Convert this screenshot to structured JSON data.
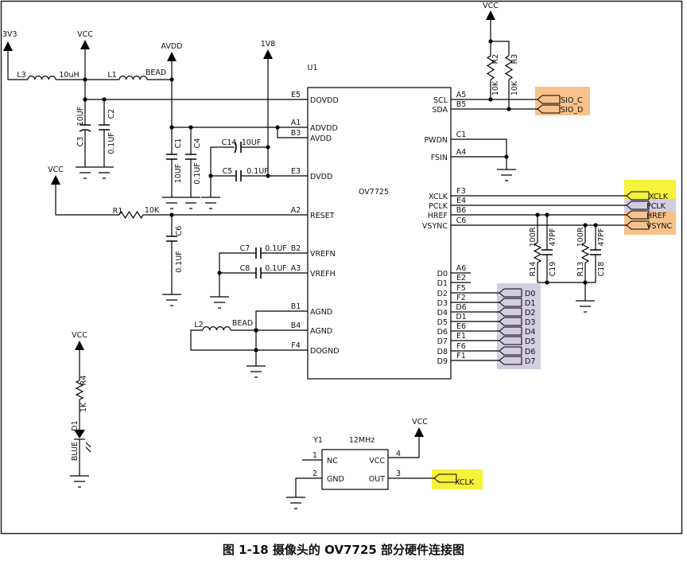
{
  "power": {
    "v3v3": "3V3",
    "vcc": "VCC",
    "avdd": "AVDD",
    "v1v8": "1V8"
  },
  "components": {
    "L3": {
      "ref": "L3",
      "value": "10uH"
    },
    "L1": {
      "ref": "L1",
      "value": "BEAD"
    },
    "L2": {
      "ref": "L2",
      "value": "BEAD"
    },
    "C3": {
      "ref": "C3",
      "value": "10UF"
    },
    "C2": {
      "ref": "C2",
      "value": "0.1UF"
    },
    "C1": {
      "ref": "C1",
      "value": "10UF"
    },
    "C4": {
      "ref": "C4",
      "value": "0.1UF"
    },
    "C14": {
      "ref": "C14",
      "value": "10UF"
    },
    "C5": {
      "ref": "C5",
      "value": "0.1UF"
    },
    "R1": {
      "ref": "R1",
      "value": "10K"
    },
    "C6": {
      "ref": "C6",
      "value": "0.1UF"
    },
    "C7": {
      "ref": "C7",
      "value": "0.1UF"
    },
    "C8": {
      "ref": "C8",
      "value": "0.1UF"
    },
    "R4": {
      "ref": "R4",
      "value": "1K"
    },
    "D1": {
      "ref": "D1",
      "value": "BLUE"
    },
    "R2": {
      "ref": "R2",
      "value": "10K"
    },
    "R3": {
      "ref": "R3",
      "value": "10K"
    },
    "R14": {
      "ref": "R14",
      "value": "100R"
    },
    "C19": {
      "ref": "C19",
      "value": "47PF"
    },
    "R13": {
      "ref": "R13",
      "value": "100R"
    },
    "C18": {
      "ref": "C18",
      "value": "47PF"
    }
  },
  "u1": {
    "ref": "U1",
    "part": "OV7725",
    "left_pins": [
      {
        "num": "E5",
        "name": "DOVDD"
      },
      {
        "num": "A1",
        "name": "ADVDD"
      },
      {
        "num": "B3",
        "name": "AVDD"
      },
      {
        "num": "E3",
        "name": "DVDD"
      },
      {
        "num": "A2",
        "name": "RESET"
      },
      {
        "num": "B2",
        "name": "VREFN"
      },
      {
        "num": "A3",
        "name": "VREFH"
      },
      {
        "num": "B1",
        "name": "AGND"
      },
      {
        "num": "B4",
        "name": "AGND"
      },
      {
        "num": "F4",
        "name": "DOGND"
      }
    ],
    "right_pins": [
      {
        "num": "A5",
        "name": "SCL"
      },
      {
        "num": "B5",
        "name": "SDA"
      },
      {
        "num": "C1",
        "name": "PWDN"
      },
      {
        "num": "A4",
        "name": "FSIN"
      },
      {
        "num": "F3",
        "name": "XCLK"
      },
      {
        "num": "E4",
        "name": "PCLK"
      },
      {
        "num": "B6",
        "name": "HREF"
      },
      {
        "num": "C6",
        "name": "VSYNC"
      },
      {
        "num": "A6",
        "name": "D0"
      },
      {
        "num": "E2",
        "name": "D1"
      },
      {
        "num": "F5",
        "name": "D2"
      },
      {
        "num": "F2",
        "name": "D3"
      },
      {
        "num": "D6",
        "name": "D4"
      },
      {
        "num": "D1",
        "name": "D5"
      },
      {
        "num": "E6",
        "name": "D6"
      },
      {
        "num": "E1",
        "name": "D7"
      },
      {
        "num": "F6",
        "name": "D8"
      },
      {
        "num": "F1",
        "name": "D9"
      }
    ]
  },
  "nets": {
    "sio": [
      "SIO_C",
      "SIO_D"
    ],
    "sync": [
      "XCLK",
      "PCLK",
      "HREF",
      "VSYNC"
    ],
    "data": [
      "D0",
      "D1",
      "D2",
      "D3",
      "D4",
      "D5",
      "D6",
      "D7"
    ],
    "y1_out": "XCLK"
  },
  "y1": {
    "ref": "Y1",
    "freq": "12MHz",
    "pins": [
      {
        "num": "1",
        "name": "NC"
      },
      {
        "num": "2",
        "name": "GND"
      },
      {
        "num": "4",
        "name": "VCC"
      },
      {
        "num": "3",
        "name": "OUT"
      }
    ]
  },
  "colors": {
    "yellow": "#f7f23c",
    "purple": "#d3cde0",
    "orange": "#f8c28c"
  },
  "caption": "图 1-18 摄像头的 OV7725 部分硬件连接图"
}
